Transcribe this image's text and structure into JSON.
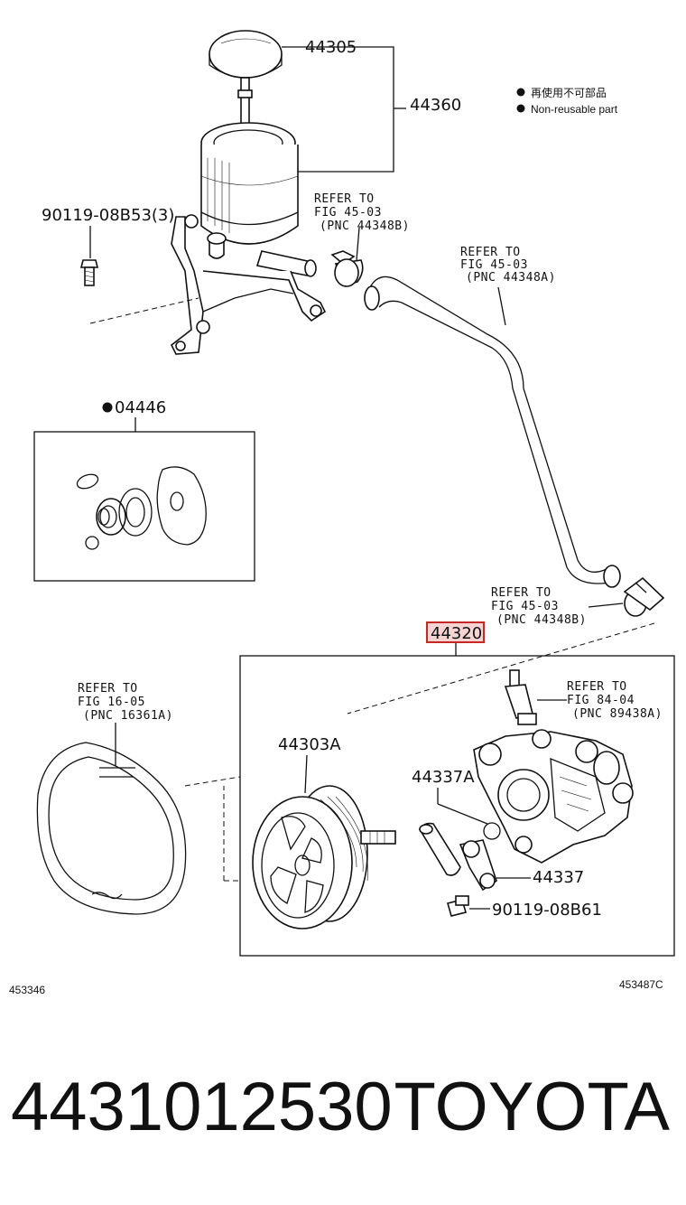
{
  "legend": {
    "non_reusable_jp": "再使用不可部品",
    "non_reusable_en": "Non-reusable part"
  },
  "parts": {
    "p44305": "44305",
    "p44360": "44360",
    "bolt_top": "90119-08B53(3)",
    "kit": "04446",
    "highlighted": "44320",
    "pulley": "44303A",
    "union_a": "44337A",
    "union": "44337",
    "bolt_bottom": "90119-08B61"
  },
  "refers": [
    {
      "line1": "REFER TO",
      "line2": "FIG 45-03",
      "line3": "(PNC 44348B)"
    },
    {
      "line1": "REFER TO",
      "line2": "FIG 45-03",
      "line3": "(PNC 44348A)"
    },
    {
      "line1": "REFER TO",
      "line2": "FIG 45-03",
      "line3": "(PNC 44348B)"
    },
    {
      "line1": "REFER TO",
      "line2": "FIG 16-05",
      "line3": "(PNC 16361A)"
    },
    {
      "line1": "REFER TO",
      "line2": "FIG 84-04",
      "line3": "(PNC 89438A)"
    }
  ],
  "codes": {
    "left": "453346",
    "right": "453487C"
  },
  "footer": {
    "part_number": "4431012530",
    "brand": "TOYOTA"
  },
  "colors": {
    "highlight": "#c62828",
    "line": "#111111"
  }
}
